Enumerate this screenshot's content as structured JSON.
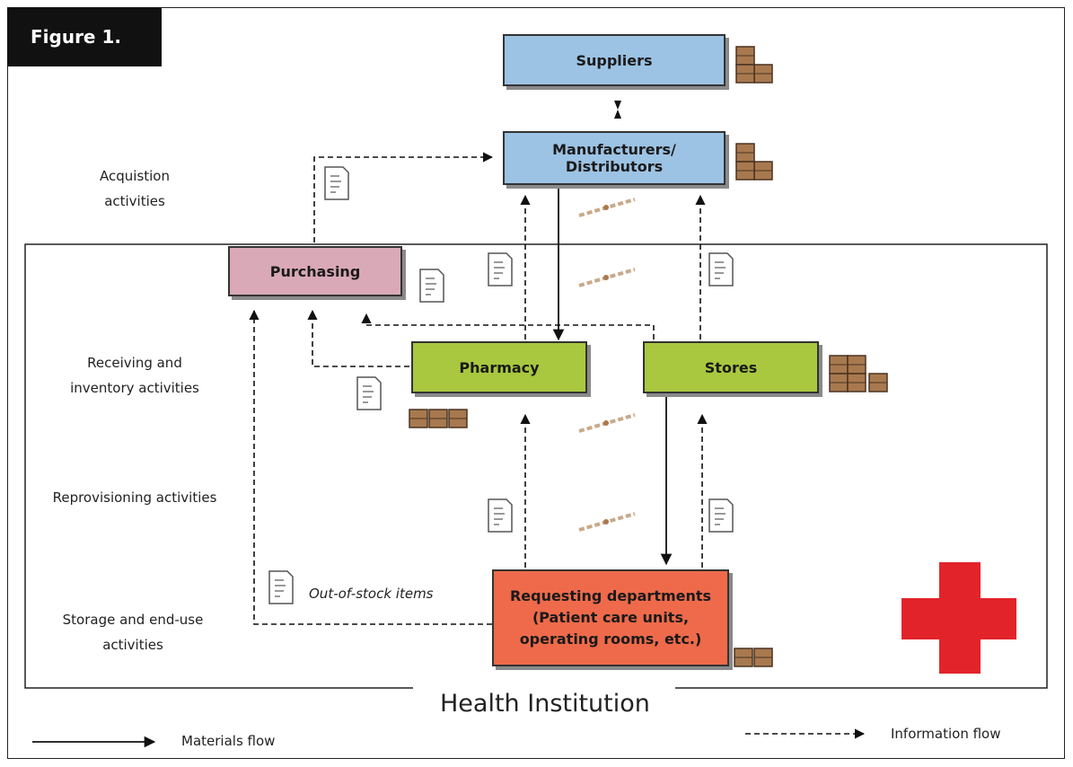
{
  "figure_label": "Figure 1.",
  "nodes": {
    "suppliers": "Suppliers",
    "manufacturers": [
      "Manufacturers/",
      "Distributors"
    ],
    "purchasing": "Purchasing",
    "pharmacy": "Pharmacy",
    "stores": "Stores",
    "requesting": [
      "Requesting departments",
      "(Patient care units,",
      "operating rooms, etc.)"
    ]
  },
  "activities": {
    "acquisition": [
      "Acquistion",
      "activities"
    ],
    "receiving": [
      "Receiving and",
      "inventory activities"
    ],
    "reprovisioning": "Reprovisioning activities",
    "storage": [
      "Storage and end-use",
      "activities"
    ]
  },
  "annotations": {
    "out_of_stock": "Out-of-stock items"
  },
  "institution_label": "Health Institution",
  "legend": {
    "materials": "Materials flow",
    "information": "Information flow"
  },
  "colors": {
    "suppliers": "#9cc3e4",
    "purchasing": "#d9a9b8",
    "pharmacy_stores": "#a9c83f",
    "requesting": "#ee6a4a",
    "red_cross": "#e3232a"
  }
}
